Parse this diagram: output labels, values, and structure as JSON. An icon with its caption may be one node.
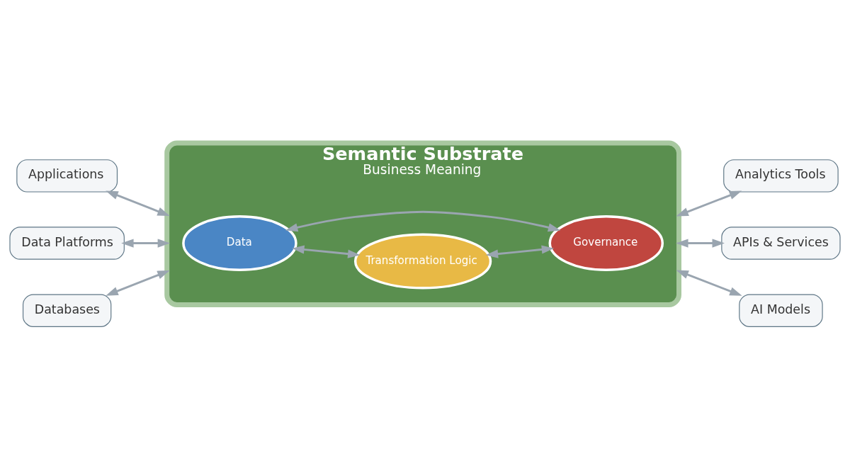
{
  "diagram": {
    "nodes": [
      {
        "text": [
          "Applications"
        ]
      },
      {
        "text": [
          "Analytics Tools"
        ]
      },
      {
        "text": [
          "Semantic Substrate",
          "Business Meaning"
        ]
      },
      {
        "text": [
          "Transformation Logic"
        ],
        "in": 2
      },
      {
        "text": [
          "Data"
        ],
        "in": 2
      },
      {
        "text": [
          "Governance"
        ],
        "in": 2
      },
      {
        "text": [
          "Data Platforms"
        ]
      },
      {
        "text": [
          "APIs & Services"
        ]
      },
      {
        "text": [
          "Databases"
        ]
      },
      {
        "text": [
          "AI Models"
        ]
      }
    ],
    "edges": [
      {
        "from": 0,
        "to": 2,
        "arrow": "both"
      },
      {
        "from": 2,
        "to": 1,
        "arrow": "both"
      },
      {
        "from": 6,
        "to": 2,
        "arrow": "both"
      },
      {
        "from": 2,
        "to": 7,
        "arrow": "both"
      },
      {
        "from": 8,
        "to": 2,
        "arrow": "both"
      },
      {
        "from": 2,
        "to": 9,
        "arrow": "both"
      },
      {
        "from": 4,
        "to": 3,
        "arrow": "both"
      },
      {
        "from": 3,
        "to": 5,
        "arrow": "both"
      },
      {
        "from": 4,
        "to": 5,
        "arrow": "both"
      }
    ]
  }
}
